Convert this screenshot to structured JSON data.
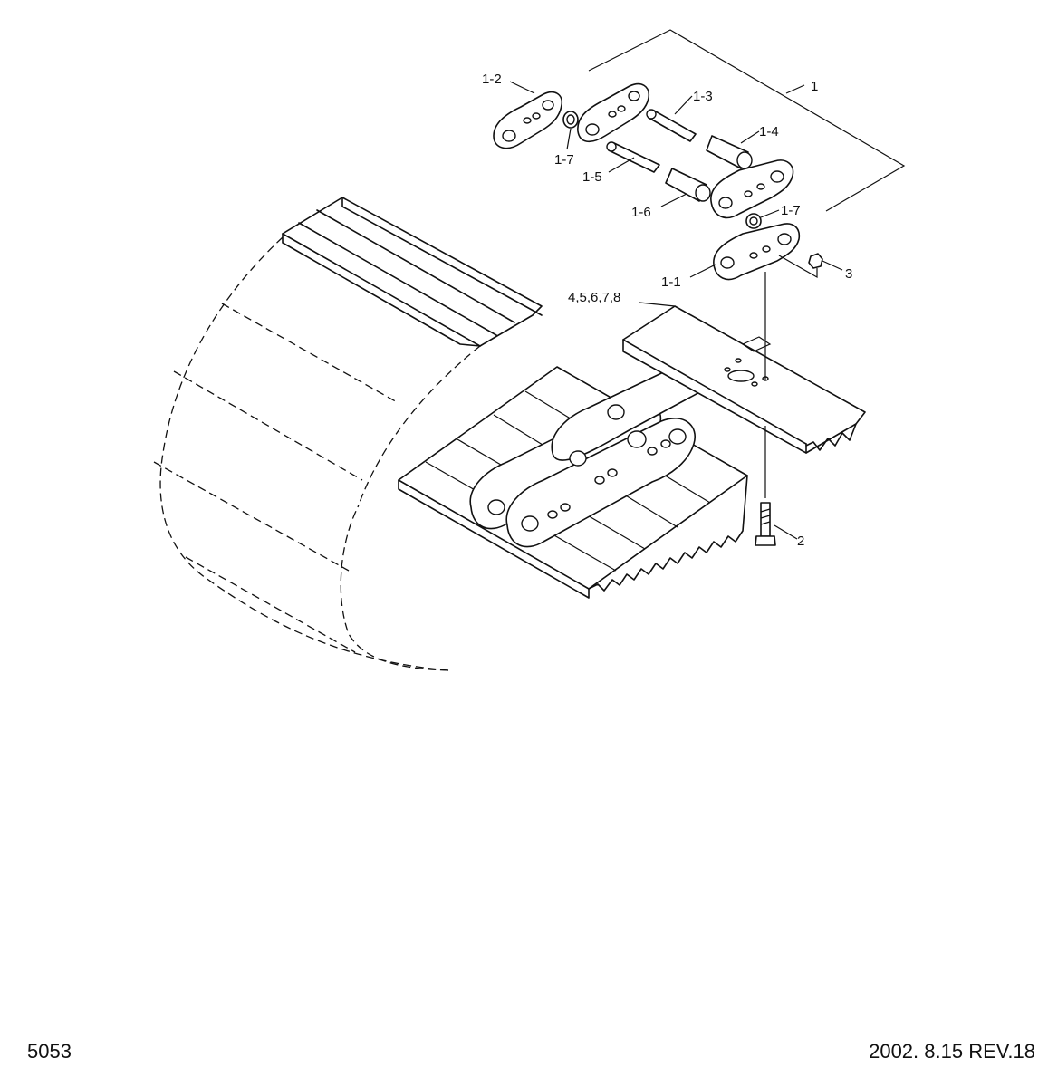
{
  "callouts": {
    "assembly": "1",
    "link_right": "1-1",
    "link_left": "1-2",
    "pin_1": "1-3",
    "bushing_1": "1-4",
    "pin_2": "1-5",
    "bushing_2": "1-6",
    "seal_left": "1-7",
    "seal_right": "1-7",
    "bolt": "2",
    "nut": "3",
    "shoe": "4,5,6,7,8"
  },
  "footer": {
    "drawing_number": "5053",
    "revision": "2002. 8.15  REV.18"
  }
}
